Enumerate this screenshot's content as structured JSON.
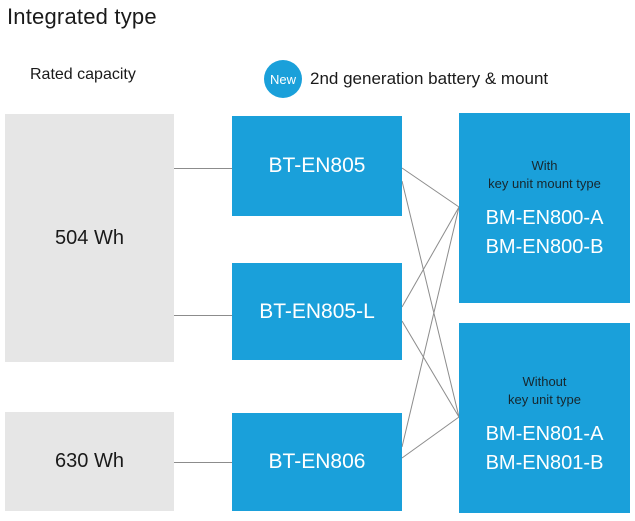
{
  "page": {
    "title": "Integrated type"
  },
  "header": {
    "left_label": "Rated capacity",
    "badge": "New",
    "right_label": "2nd generation battery & mount"
  },
  "colors": {
    "accent_blue": "#1aa0da",
    "box_gray": "#e6e6e6",
    "connector_gray": "#8c8c8c",
    "text_dark": "#1a1a1a",
    "note_dark": "#17272e",
    "text_white": "#ffffff"
  },
  "capacities": [
    {
      "label": "504 Wh"
    },
    {
      "label": "630 Wh"
    }
  ],
  "batteries": [
    {
      "label": "BT-EN805"
    },
    {
      "label": "BT-EN805-L"
    },
    {
      "label": "BT-EN806"
    }
  ],
  "mounts": [
    {
      "note_line1": "With",
      "note_line2": "key unit mount type",
      "models": [
        "BM-EN800-A",
        "BM-EN800-B"
      ]
    },
    {
      "note_line1": "Without",
      "note_line2": "key unit type",
      "models": [
        "BM-EN801-A",
        "BM-EN801-B"
      ]
    }
  ],
  "connections": {
    "capacity_to_battery": [
      [
        "504 Wh",
        "BT-EN805"
      ],
      [
        "504 Wh",
        "BT-EN805-L"
      ],
      [
        "630 Wh",
        "BT-EN806"
      ]
    ],
    "battery_to_mount_group": [
      [
        "BT-EN805",
        "key unit mount type"
      ],
      [
        "BT-EN805",
        "key unit type"
      ],
      [
        "BT-EN805-L",
        "key unit mount type"
      ],
      [
        "BT-EN805-L",
        "key unit type"
      ],
      [
        "BT-EN806",
        "key unit mount type"
      ],
      [
        "BT-EN806",
        "key unit type"
      ]
    ]
  }
}
